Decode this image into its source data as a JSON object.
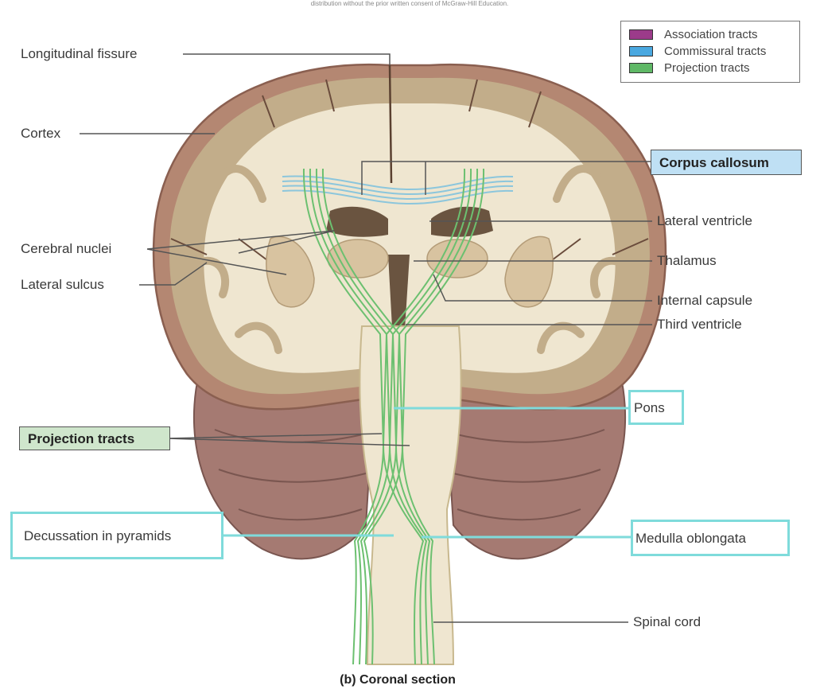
{
  "header": {
    "copyright_note": "distribution without the prior written consent of McGraw-Hill Education."
  },
  "legend": {
    "items": [
      {
        "label": "Association tracts",
        "color": "#9c3b8a"
      },
      {
        "label": "Commissural tracts",
        "color": "#4aa8e0"
      },
      {
        "label": "Projection tracts",
        "color": "#5fb866"
      }
    ]
  },
  "labels": {
    "longitudinal_fissure": "Longitudinal fissure",
    "cortex": "Cortex",
    "cerebral_nuclei": "Cerebral nuclei",
    "lateral_sulcus": "Lateral sulcus",
    "projection_tracts": "Projection tracts",
    "decussation": "Decussation in pyramids",
    "corpus_callosum": "Corpus callosum",
    "lateral_ventricle": "Lateral ventricle",
    "thalamus": "Thalamus",
    "internal_capsule": "Internal capsule",
    "third_ventricle": "Third ventricle",
    "pons": "Pons",
    "medulla": "Medulla oblongata",
    "spinal_cord": "Spinal cord"
  },
  "caption": "(b) Coronal section",
  "colors": {
    "cerebellum": "#a57a72",
    "cortex_gray": "#c2ad8a",
    "white_matter": "#efe6d0",
    "ventricle": "#6a5440",
    "nuclei": "#d8c3a0",
    "projection": "#6cc070",
    "commissural": "#8cc6dc",
    "highlight": "#7fdbdb"
  }
}
